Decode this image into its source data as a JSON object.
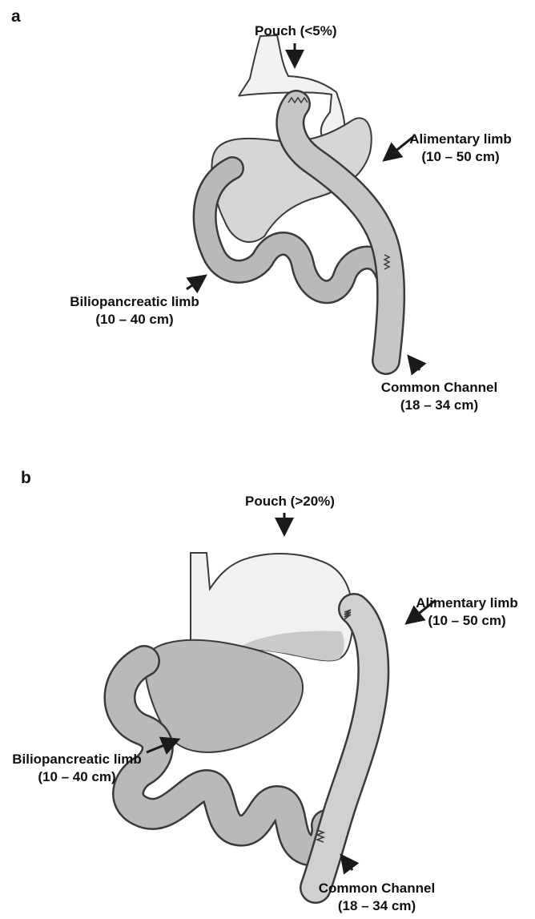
{
  "colors": {
    "outline": "#3a3a3a",
    "intestine_fill": "#b9b9b9",
    "stomach_fill": "#d6d6d6",
    "pouch_fill": "#f1f1f1",
    "arrow": "#1a1a1a",
    "text": "#111111"
  },
  "panel_a": {
    "letter": "a",
    "pouch": "Pouch (<5%)",
    "alimentary_name": "Alimentary limb",
    "alimentary_len": "(10 – 50 cm)",
    "biliopancreatic_name": "Biliopancreatic limb",
    "biliopancreatic_len": "(10 – 40 cm)",
    "common_name": "Common Channel",
    "common_len": "(18 – 34 cm)"
  },
  "panel_b": {
    "letter": "b",
    "pouch": "Pouch (>20%)",
    "alimentary_name": "Alimentary limb",
    "alimentary_len": "(10 – 50 cm)",
    "biliopancreatic_name": "Biliopancreatic limb",
    "biliopancreatic_len": "(10 – 40 cm)",
    "common_name": "Common Channel",
    "common_len": "(18 – 34 cm)"
  }
}
